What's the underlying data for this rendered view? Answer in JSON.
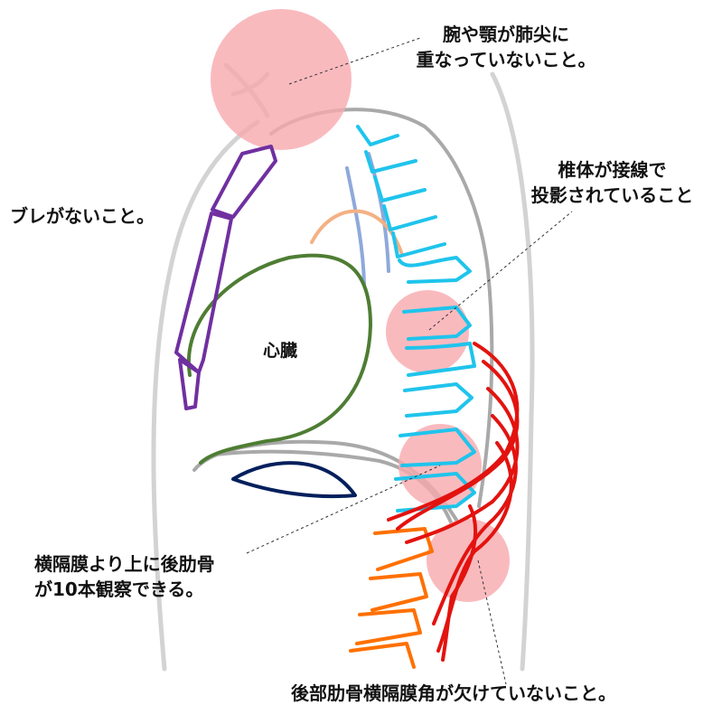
{
  "annotations": {
    "arm_jaw": [
      "腕や顎が肺尖に",
      "重なっていないこと。"
    ],
    "blur": "ブレがないこと。",
    "vertebra": [
      "椎体が接線で",
      "投影されていること"
    ],
    "heart": "心臓",
    "ribs": [
      "横隔膜より上に後肋骨",
      "が10本観察できる。"
    ],
    "angle": "後部肋骨横隔膜角が欠けていないこと。"
  },
  "colors": {
    "body_outline": "#d3d3d3",
    "lung_outline": "#a9a9a9",
    "highlight": "#f7a9ae",
    "spine_upper": "#1fc4ec",
    "spine_lower": "#ff7000",
    "ribs": "#e3130f",
    "sternum": "#7030a0",
    "heart": "#4e7d33",
    "diaphragm": "#001f5c",
    "trachea": "#8ea9db",
    "aorta": "#f4b183"
  }
}
